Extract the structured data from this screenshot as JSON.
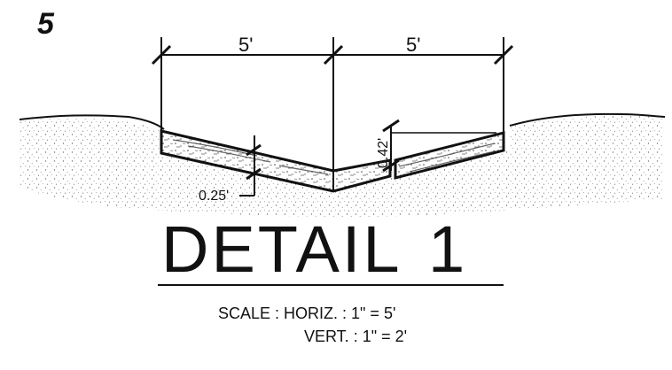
{
  "sheet_number": "5",
  "dimensions": {
    "left_width": "5'",
    "right_width": "5'",
    "left_thickness": "0.25'",
    "right_depth": "0.42'"
  },
  "title": {
    "main": "DETAIL",
    "number": "1"
  },
  "scale": {
    "line1": "SCALE : HORIZ. : 1\" = 5'",
    "line2": "VERT. : 1\" = 2'"
  }
}
